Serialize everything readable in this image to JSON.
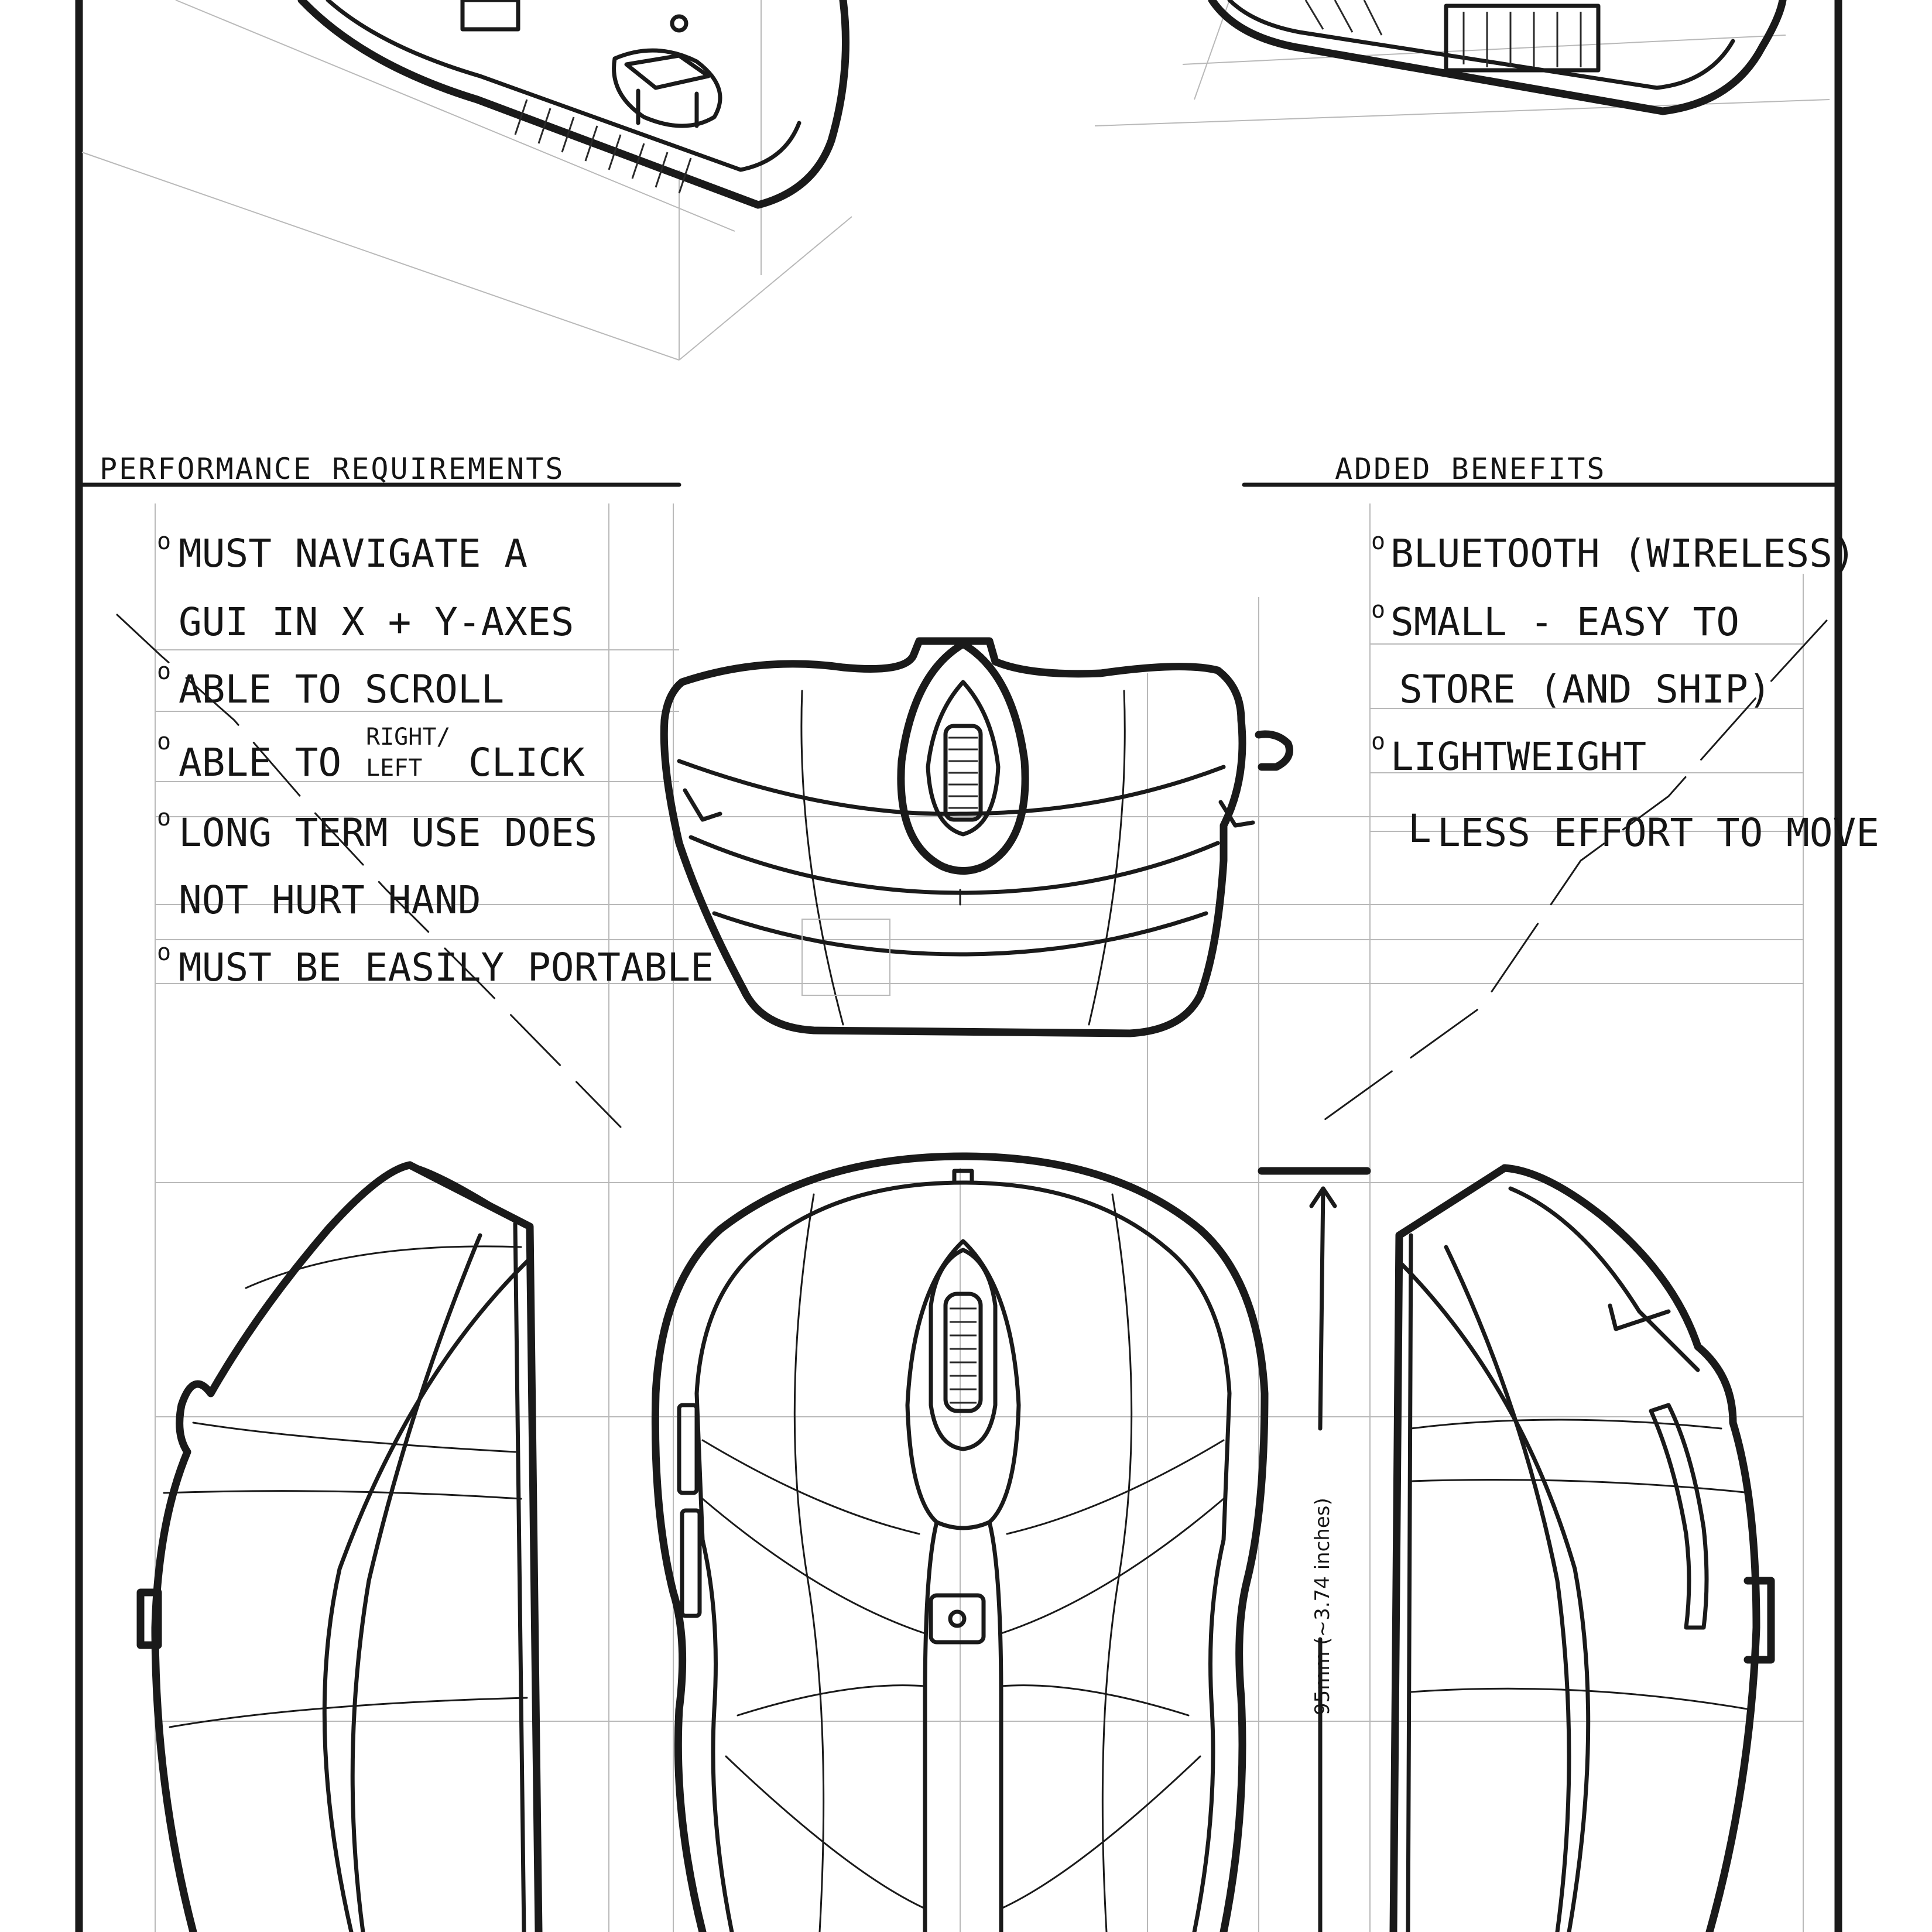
{
  "headings": {
    "performance": "PERFORMANCE REQUIREMENTS",
    "benefits": "ADDED BENEFITS"
  },
  "requirements": [
    {
      "bullet": "o",
      "text": "MUST NAVIGATE A"
    },
    {
      "bullet": "",
      "text": "GUI IN X + Y-AXES"
    },
    {
      "bullet": "o",
      "text": "ABLE TO SCROLL"
    },
    {
      "bullet": "o",
      "text": "ABLE TO",
      "superscript": "RIGHT/",
      "subscript": "LEFT",
      "tail": "CLICK"
    },
    {
      "bullet": "o",
      "text": "LONG TERM USE DOES"
    },
    {
      "bullet": "",
      "text": "NOT HURT HAND"
    },
    {
      "bullet": "o",
      "text": "MUST BE EASILY PORTABLE"
    }
  ],
  "benefits": [
    {
      "bullet": "o",
      "text": "BLUETOOTH (WIRELESS)"
    },
    {
      "bullet": "o",
      "text": "SMALL - EASY TO"
    },
    {
      "bullet": "",
      "text": "STORE (AND SHIP)"
    },
    {
      "bullet": "o",
      "text": "LIGHTWEIGHT"
    },
    {
      "bullet": "L",
      "text": "LESS EFFORT TO MOVE"
    }
  ],
  "dimension": {
    "label": "95mm (~3.74 inches)"
  },
  "colors": {
    "ink": "#1a1a1a",
    "guide": "#b9b9b9",
    "paper": "#ffffff"
  }
}
